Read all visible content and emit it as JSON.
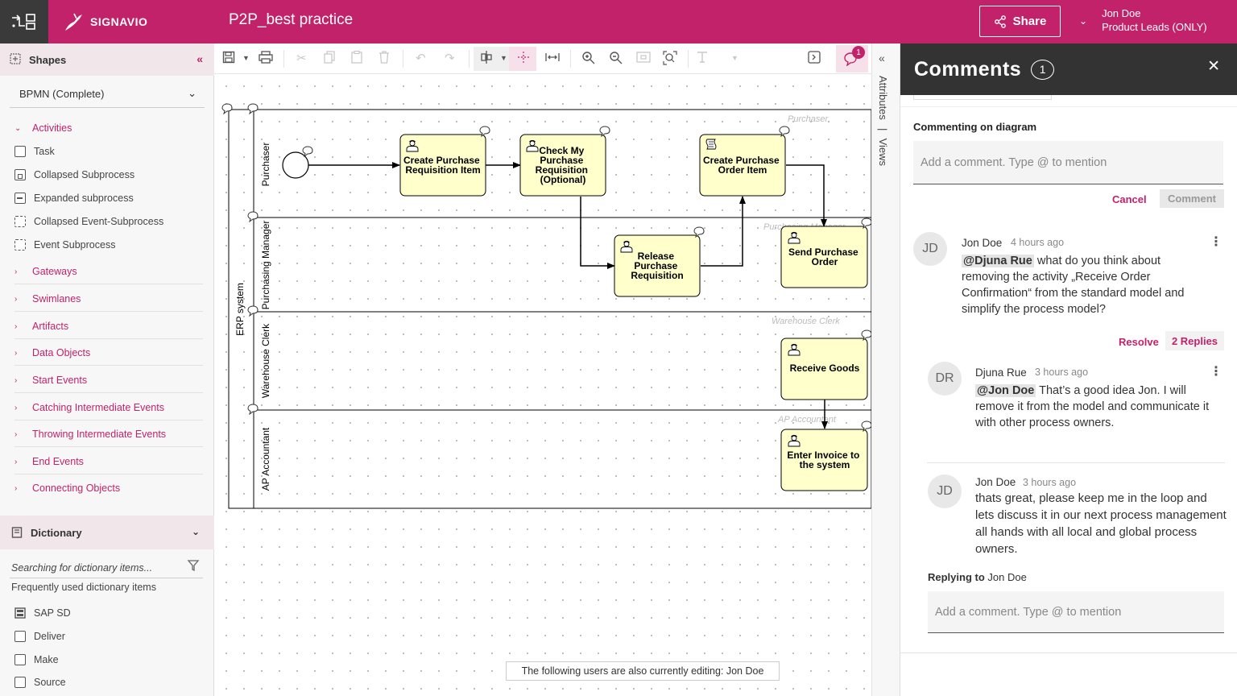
{
  "header": {
    "brand": "SIGNAVIO",
    "title": "P2P_best practice",
    "share_label": "Share",
    "user_name": "Jon Doe",
    "user_role": "Product Leads (ONLY)"
  },
  "shapes_panel": {
    "title": "Shapes",
    "stencil": "BPMN (Complete)",
    "activities_label": "Activities",
    "activity_items": [
      "Task",
      "Collapsed Subprocess",
      "Expanded subprocess",
      "Collapsed Event-Subprocess",
      "Event Subprocess"
    ],
    "categories": [
      "Gateways",
      "Swimlanes",
      "Artifacts",
      "Data Objects",
      "Start Events",
      "Catching Intermediate Events",
      "Throwing Intermediate Events",
      "End Events",
      "Connecting Objects"
    ]
  },
  "dictionary": {
    "title": "Dictionary",
    "search_placeholder": "Searching for dictionary items...",
    "frequent_label": "Frequently used dictionary items",
    "items": [
      "SAP SD",
      "Deliver",
      "Make",
      "Source"
    ]
  },
  "toolbar": {
    "comment_badge": "1"
  },
  "diagram": {
    "pool": "ERP system",
    "lanes": [
      "Purchaser",
      "Purchasing Manager",
      "Warehouse Clerk",
      "AP Accountant"
    ],
    "lane_watermarks": [
      "Purchaser",
      "Purchasing Manager",
      "Warehouse Clerk",
      "AP Accountant"
    ],
    "tasks": [
      {
        "id": "t1",
        "lines": [
          "Create Purchase",
          "Requisition Item"
        ]
      },
      {
        "id": "t2",
        "lines": [
          "Check My",
          "Purchase",
          "Requisition",
          "(Optional)"
        ]
      },
      {
        "id": "t3",
        "lines": [
          "Release",
          "Purchase",
          "Requisition"
        ]
      },
      {
        "id": "t4",
        "lines": [
          "Create Purchase",
          "Order Item"
        ]
      },
      {
        "id": "t5",
        "lines": [
          "Send Purchase",
          "Order"
        ]
      },
      {
        "id": "t6",
        "lines": [
          "Receive Goods"
        ]
      },
      {
        "id": "t7",
        "lines": [
          "Enter Invoice to",
          "the system"
        ]
      }
    ],
    "editing_notice": "The following users are also currently editing: Jon Doe"
  },
  "side_tabs": {
    "attributes": "Attributes",
    "views": "Views"
  },
  "comments": {
    "title": "Comments",
    "count": "1",
    "context_label": "Commenting on diagram",
    "input_placeholder": "Add a comment. Type @ to mention",
    "cancel_label": "Cancel",
    "comment_label": "Comment",
    "thread": [
      {
        "initials": "JD",
        "author": "Jon Doe",
        "time": "4 hours ago",
        "mention": "@Djuna Rue",
        "text": " what do you think about removing the activity „Receive Order Confirmation“ from the standard model and simplify the process model?"
      },
      {
        "initials": "DR",
        "author": "Djuna Rue",
        "time": "3 hours ago",
        "mention": "@Jon Doe",
        "text": " That’s a good idea Jon. I will remove it from the model and communicate it with other process owners."
      },
      {
        "initials": "JD",
        "author": "Jon Doe",
        "time": "3 hours ago",
        "mention": "",
        "text": "thats great, please keep me in the loop and lets discuss it in our next process management all hands with all local and global process owners."
      }
    ],
    "resolve_label": "Resolve",
    "replies_label": "2 Replies",
    "replying_prefix": "Replying to",
    "replying_name": "Jon Doe",
    "reply_placeholder": "Add a comment. Type @ to mention"
  }
}
